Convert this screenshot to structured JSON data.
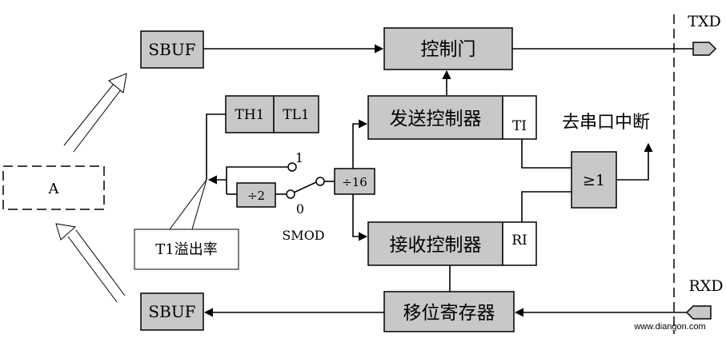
{
  "blocks": {
    "sbuf_tx": "SBUF",
    "sbuf_rx": "SBUF",
    "control_gate": "控制门",
    "tx_controller": "发送控制器",
    "rx_controller": "接收控制器",
    "shift_register": "移位寄存器",
    "th1": "TH1",
    "tl1": "TL1",
    "div2": "÷2",
    "div16": "÷16",
    "or_gate": "≥1",
    "ti_flag": "TI",
    "ri_flag": "RI",
    "bus_a": "A"
  },
  "labels": {
    "txd": "TXD",
    "rxd": "RXD",
    "interrupt": "去串口中断",
    "smod": "SMOD",
    "smod_1": "1",
    "smod_0": "0",
    "t1_overflow": "T1溢出率",
    "watermark": "www.diangon.com"
  }
}
